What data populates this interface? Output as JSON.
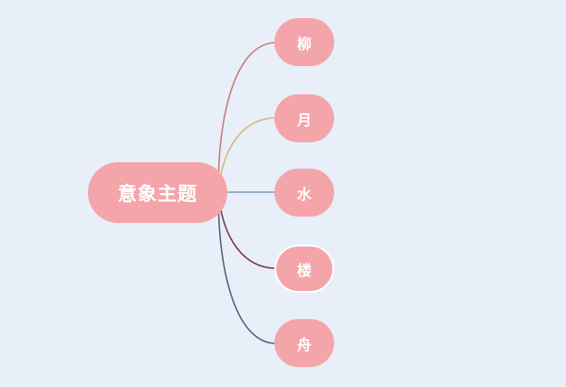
{
  "root": {
    "label": "意象主题",
    "color": "#f4a5a9"
  },
  "branches": [
    {
      "label": "柳",
      "color": "#f4a5a9",
      "line_color": "#c97a78"
    },
    {
      "label": "月",
      "color": "#f4a5a9",
      "line_color": "#d6b57c"
    },
    {
      "label": "水",
      "color": "#f4a5a9",
      "line_color": "#7f9bb8"
    },
    {
      "label": "楼",
      "color": "#f4a5a9",
      "line_color": "#7a3b48",
      "highlighted": true
    },
    {
      "label": "舟",
      "color": "#f4a5a9",
      "line_color": "#55607e"
    }
  ]
}
